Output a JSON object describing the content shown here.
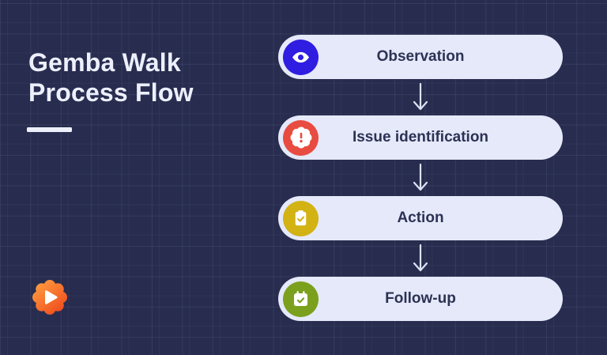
{
  "title": {
    "line1": "Gemba Walk",
    "line2": "Process Flow"
  },
  "flow": {
    "steps": [
      {
        "label": "Observation",
        "icon": "eye-icon",
        "circle_color": "#2f1de2"
      },
      {
        "label": "Issue identification",
        "icon": "alert-badge-icon",
        "circle_color": "#e84c41"
      },
      {
        "label": "Action",
        "icon": "clipboard-check-icon",
        "circle_color": "#d3b214"
      },
      {
        "label": "Follow-up",
        "icon": "calendar-check-icon",
        "circle_color": "#7ba01d"
      }
    ]
  },
  "logo": {
    "name": "play-badge-logo",
    "gradient_start": "#ff9a3e",
    "gradient_end": "#ee4a1d"
  },
  "colors": {
    "background": "#282d4f",
    "grid_line": "#3a4066",
    "pill_background": "#e5e9fa",
    "pill_text": "#2d3254",
    "title_text": "#edf0fc",
    "arrow": "#dde3f6"
  }
}
